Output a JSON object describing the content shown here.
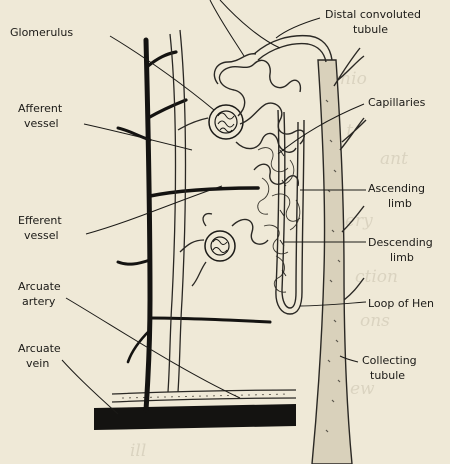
{
  "labels": {
    "glomerulus": "Glomerulus",
    "afferent_1": "Afferent",
    "afferent_2": "vessel",
    "efferent_1": "Efferent",
    "efferent_2": "vessel",
    "arcuate_artery_1": "Arcuate",
    "arcuate_artery_2": "artery",
    "arcuate_vein_1": "Arcuate",
    "arcuate_vein_2": "vein",
    "distal_1": "Distal convoluted",
    "distal_2": "tubule",
    "capillaries": "Capillaries",
    "ascending_1": "Ascending",
    "ascending_2": "limb",
    "descending_1": "Descending",
    "descending_2": "limb",
    "loop": "Loop of Hen",
    "collecting_1": "Collecting",
    "collecting_2": "tubule"
  },
  "colors": {
    "paper": "#efe9d7",
    "ink": "#1b1a17"
  }
}
